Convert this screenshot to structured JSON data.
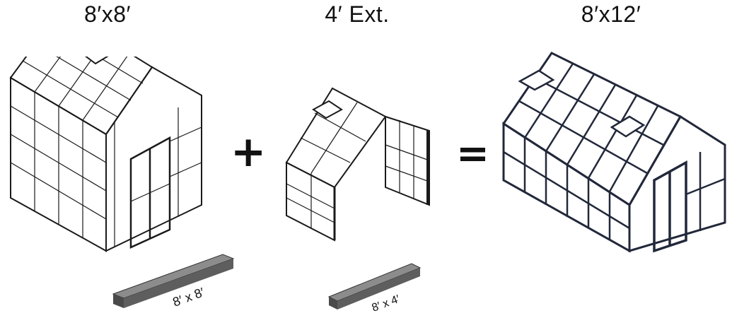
{
  "panels": [
    {
      "title": "8′x8′",
      "base_label": "8′ x 8′"
    },
    {
      "title": "4′ Ext.",
      "base_label": "8′ x 4′"
    },
    {
      "title": "8′x12′"
    }
  ],
  "operators": {
    "plus": "+",
    "equals": "="
  },
  "colors": {
    "line": "#1a1a1a",
    "line_dark": "#22283a",
    "base_top": "#8c8c8c",
    "base_side": "#4a4a4a"
  }
}
